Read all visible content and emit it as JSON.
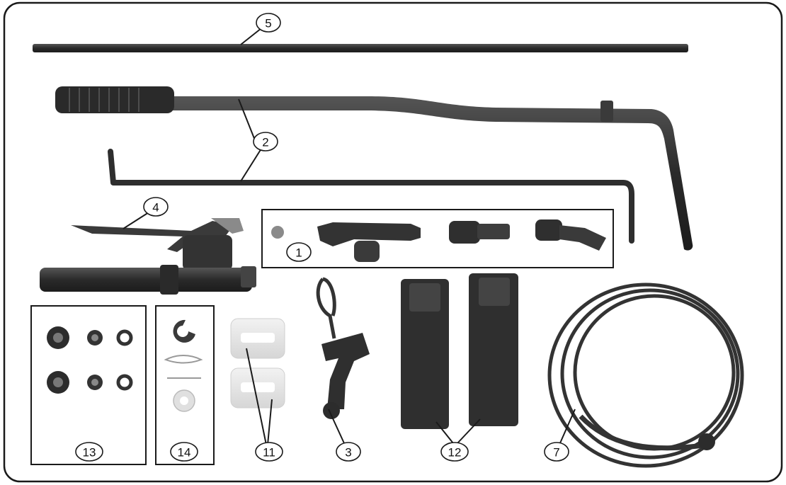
{
  "diagram": {
    "callouts": [
      {
        "id": "c5",
        "label": "5"
      },
      {
        "id": "c2",
        "label": "2"
      },
      {
        "id": "c4",
        "label": "4"
      },
      {
        "id": "c1",
        "label": "1"
      },
      {
        "id": "c13",
        "label": "13"
      },
      {
        "id": "c14",
        "label": "14"
      },
      {
        "id": "c11",
        "label": "11"
      },
      {
        "id": "c3",
        "label": "3"
      },
      {
        "id": "c12",
        "label": "12"
      },
      {
        "id": "c7",
        "label": "7"
      }
    ]
  },
  "colors": {
    "background": "#ffffff",
    "frame": "#1a1a1a",
    "part_dark": "#2f2f2f",
    "part_mid": "#4a4a4a",
    "part_light": "#e4e4e4"
  }
}
